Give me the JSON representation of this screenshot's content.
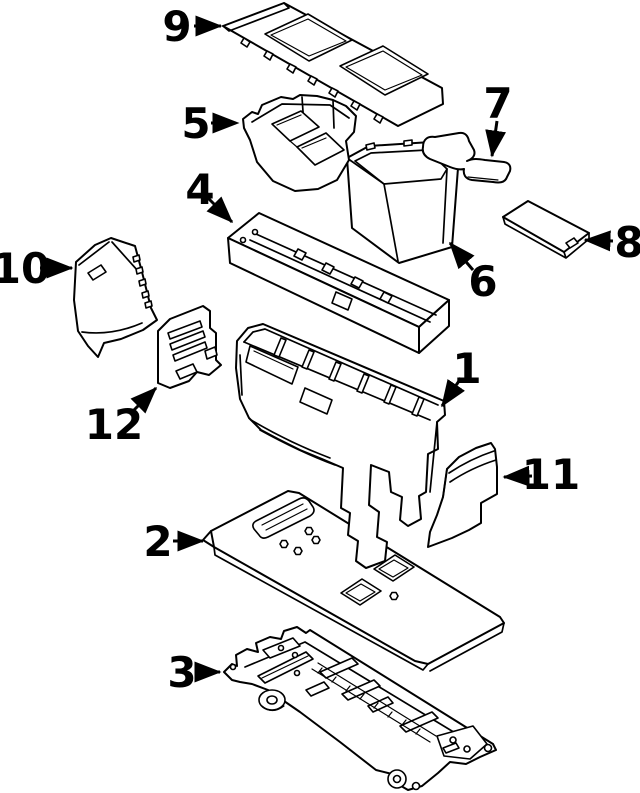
{
  "diagram": {
    "background_color": "#ffffff",
    "line_color": "#000000",
    "callout_numbers": [
      "1",
      "2",
      "3",
      "4",
      "5",
      "6",
      "7",
      "8",
      "9",
      "10",
      "11",
      "12"
    ]
  }
}
